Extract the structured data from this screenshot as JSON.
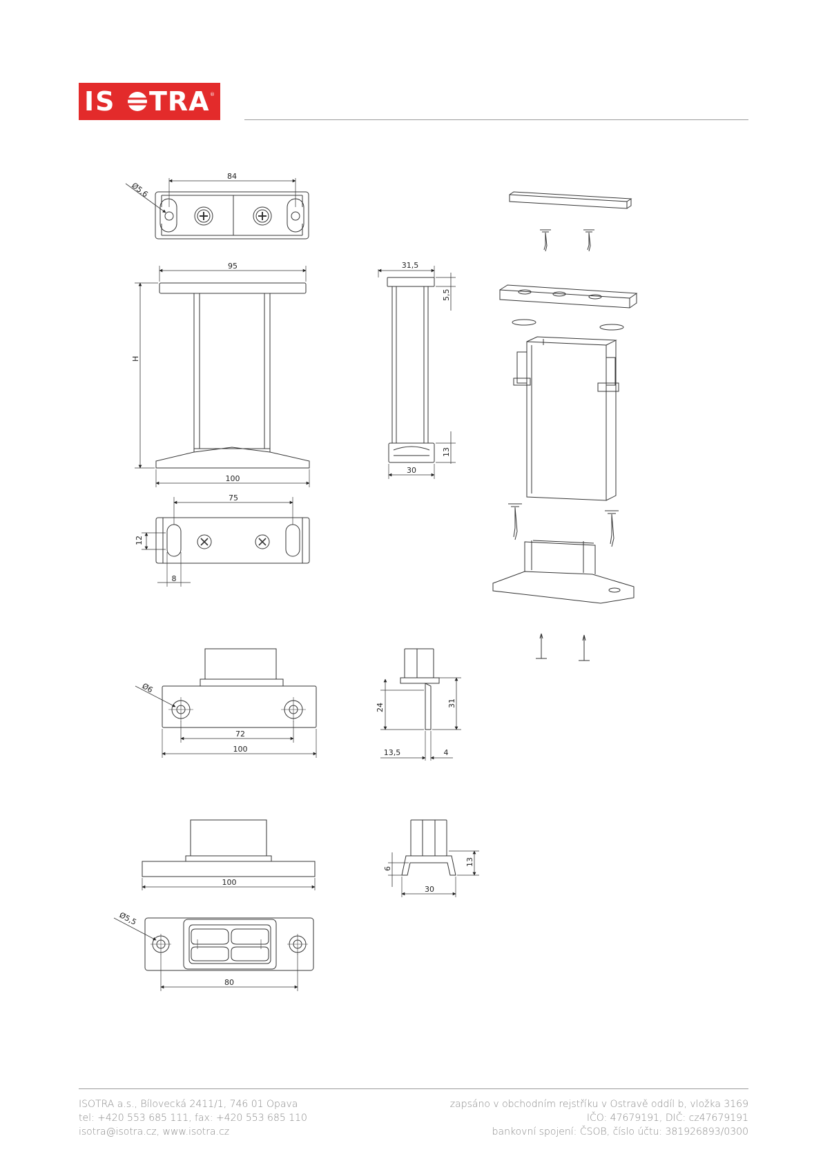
{
  "brand": {
    "logo_text": "ISOTRA",
    "accent": "#e32b2b"
  },
  "dimensions": {
    "top_view": {
      "width": "84",
      "hole_dia": "Ø5,6"
    },
    "front_view": {
      "top_width": "95",
      "height": "H",
      "base_width": "100"
    },
    "side_view": {
      "top_width": "31,5",
      "top_thickness": "5,5",
      "base_height": "13",
      "base_width": "30"
    },
    "bottom_view": {
      "slot_spacing": "75",
      "slot_width": "12",
      "slot_length": "8"
    },
    "bracket_front": {
      "hole_dia": "Ø6",
      "hole_spacing": "72",
      "width": "100"
    },
    "bracket_side": {
      "height_inner": "24",
      "height_total": "31",
      "offset": "13,5",
      "thickness": "4"
    },
    "base_front": {
      "width": "100"
    },
    "base_side": {
      "lip": "6",
      "height": "13",
      "width": "30"
    },
    "base_top": {
      "hole_dia": "Ø5,5",
      "hole_spacing": "80"
    }
  },
  "footer": {
    "left": [
      "ISOTRA a.s., Bílovecká 2411/1, 746 01 Opava",
      "tel: +420 553 685 111, fax: +420 553 685 110",
      "isotra@isotra.cz, www.isotra.cz"
    ],
    "right": [
      "zapsáno v obchodním rejstříku v Ostravě oddíl b, vložka 3169",
      "IČO: 47679191, DIČ: cz47679191",
      "bankovní spojení: ČSOB, číslo účtu: 381926893/0300"
    ]
  }
}
